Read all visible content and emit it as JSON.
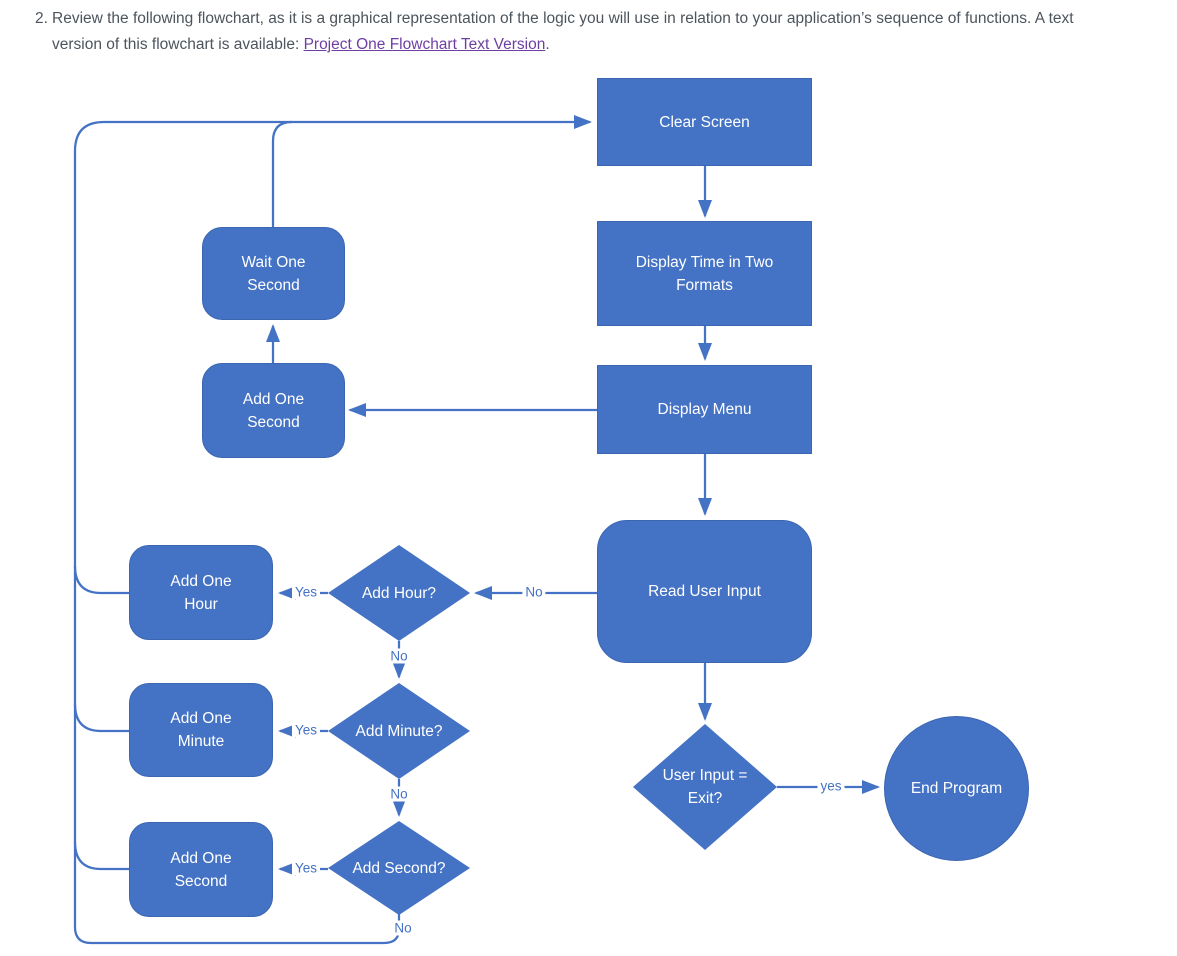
{
  "instruction": {
    "number": "2.",
    "text_before_link": "Review the following flowchart, as it is a graphical representation of the logic you will use in relation to your application’s sequence of functions. A text version of this flowchart is available: ",
    "link_text": "Project One Flowchart Text Version",
    "text_after_link": "."
  },
  "colors": {
    "shape_fill": "#4472C4",
    "connector": "#4472C4",
    "node_text": "#FFFFFF",
    "edge_label_text": "#4472C4",
    "body_text": "#4C545C",
    "link": "#6E3FA3"
  },
  "flowchart": {
    "nodes": {
      "clear_screen": {
        "line1": "Clear Screen"
      },
      "display_time": {
        "line1": "Display Time in Two",
        "line2": "Formats"
      },
      "display_menu": {
        "line1": "Display Menu"
      },
      "read_user_input": {
        "line1": "Read User Input"
      },
      "wait_one_second": {
        "line1": "Wait One",
        "line2": "Second"
      },
      "add_one_second_top": {
        "line1": "Add One",
        "line2": "Second"
      },
      "add_one_hour": {
        "line1": "Add One",
        "line2": "Hour"
      },
      "add_one_minute": {
        "line1": "Add One",
        "line2": "Minute"
      },
      "add_one_second_bottom": {
        "line1": "Add One",
        "line2": "Second"
      },
      "add_hour_q": {
        "line1": "Add Hour?"
      },
      "add_minute_q": {
        "line1": "Add Minute?"
      },
      "add_second_q": {
        "line1": "Add Second?"
      },
      "user_input_exit_q": {
        "line1": "User Input =",
        "line2": "Exit?"
      },
      "end_program": {
        "line1": "End Program"
      }
    },
    "edge_labels": {
      "read_no": "No",
      "hour_yes": "Yes",
      "hour_no": "No",
      "minute_yes": "Yes",
      "minute_no": "No",
      "second_yes": "Yes",
      "second_no": "No",
      "exit_yes": "yes"
    }
  }
}
